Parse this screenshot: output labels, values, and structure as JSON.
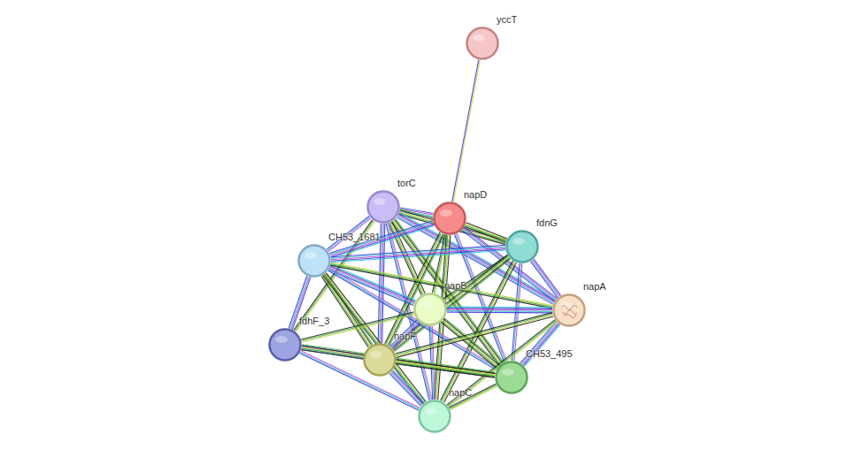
{
  "diagram": {
    "nodes": [
      {
        "text": [
          "yccT"
        ]
      },
      {
        "text": [
          "torC"
        ]
      },
      {
        "text": [
          "napD"
        ]
      },
      {
        "text": [
          "fdnG"
        ]
      },
      {
        "text": [
          "CH53_1681"
        ]
      },
      {
        "text": [
          "napB"
        ]
      },
      {
        "text": [
          "napA"
        ]
      },
      {
        "text": [
          "fdhF_3"
        ]
      },
      {
        "text": [
          "napF"
        ]
      },
      {
        "text": [
          "CH53_495"
        ]
      },
      {
        "text": [
          "napC"
        ]
      }
    ],
    "edges": [
      {
        "from": 0,
        "to": 2,
        "arrow": "none"
      },
      {
        "from": 1,
        "to": 2,
        "arrow": "none"
      },
      {
        "from": 1,
        "to": 3,
        "arrow": "none"
      },
      {
        "from": 1,
        "to": 4,
        "arrow": "none"
      },
      {
        "from": 1,
        "to": 5,
        "arrow": "none"
      },
      {
        "from": 1,
        "to": 6,
        "arrow": "none"
      },
      {
        "from": 1,
        "to": 7,
        "arrow": "none"
      },
      {
        "from": 1,
        "to": 8,
        "arrow": "none"
      },
      {
        "from": 1,
        "to": 9,
        "arrow": "none"
      },
      {
        "from": 1,
        "to": 10,
        "arrow": "none"
      },
      {
        "from": 2,
        "to": 3,
        "arrow": "none"
      },
      {
        "from": 2,
        "to": 4,
        "arrow": "none"
      },
      {
        "from": 2,
        "to": 5,
        "arrow": "none"
      },
      {
        "from": 2,
        "to": 6,
        "arrow": "none"
      },
      {
        "from": 2,
        "to": 8,
        "arrow": "none"
      },
      {
        "from": 2,
        "to": 9,
        "arrow": "none"
      },
      {
        "from": 2,
        "to": 10,
        "arrow": "none"
      },
      {
        "from": 3,
        "to": 4,
        "arrow": "none"
      },
      {
        "from": 3,
        "to": 5,
        "arrow": "none"
      },
      {
        "from": 3,
        "to": 6,
        "arrow": "none"
      },
      {
        "from": 3,
        "to": 8,
        "arrow": "none"
      },
      {
        "from": 3,
        "to": 9,
        "arrow": "none"
      },
      {
        "from": 3,
        "to": 10,
        "arrow": "none"
      },
      {
        "from": 4,
        "to": 5,
        "arrow": "none"
      },
      {
        "from": 4,
        "to": 6,
        "arrow": "none"
      },
      {
        "from": 4,
        "to": 7,
        "arrow": "none"
      },
      {
        "from": 4,
        "to": 8,
        "arrow": "none"
      },
      {
        "from": 4,
        "to": 9,
        "arrow": "none"
      },
      {
        "from": 4,
        "to": 10,
        "arrow": "none"
      },
      {
        "from": 5,
        "to": 6,
        "arrow": "none"
      },
      {
        "from": 5,
        "to": 7,
        "arrow": "none"
      },
      {
        "from": 5,
        "to": 8,
        "arrow": "none"
      },
      {
        "from": 5,
        "to": 9,
        "arrow": "none"
      },
      {
        "from": 5,
        "to": 10,
        "arrow": "none"
      },
      {
        "from": 6,
        "to": 8,
        "arrow": "none"
      },
      {
        "from": 6,
        "to": 9,
        "arrow": "none"
      },
      {
        "from": 6,
        "to": 10,
        "arrow": "none"
      },
      {
        "from": 7,
        "to": 8,
        "arrow": "none"
      },
      {
        "from": 7,
        "to": 9,
        "arrow": "none"
      },
      {
        "from": 7,
        "to": 10,
        "arrow": "none"
      },
      {
        "from": 8,
        "to": 9,
        "arrow": "none"
      },
      {
        "from": 8,
        "to": 10,
        "arrow": "none"
      },
      {
        "from": 9,
        "to": 10,
        "arrow": "none"
      }
    ]
  }
}
